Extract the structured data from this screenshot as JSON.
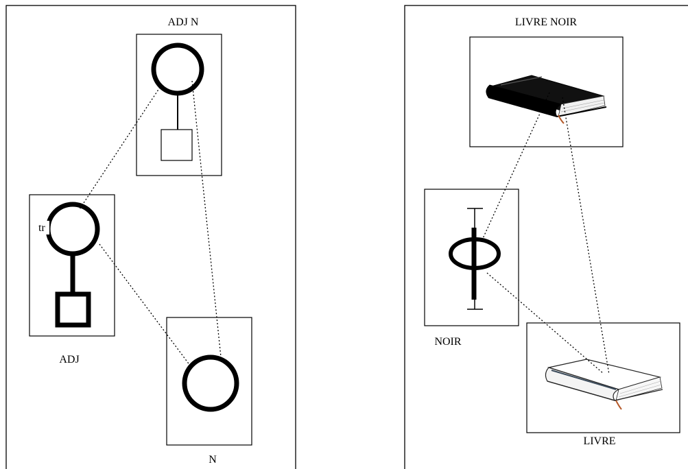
{
  "left_panel": {
    "top_label": "ADJ N",
    "adj_label": "ADJ",
    "adj_fragment": "tr",
    "n_label": "N"
  },
  "right_panel": {
    "top_label": "LIVRE NOIR",
    "noir_label": "NOIR",
    "livre_label": "LIVRE"
  },
  "icons": [
    "black-book-icon",
    "white-book-icon",
    "adjective-symbol-icon"
  ]
}
